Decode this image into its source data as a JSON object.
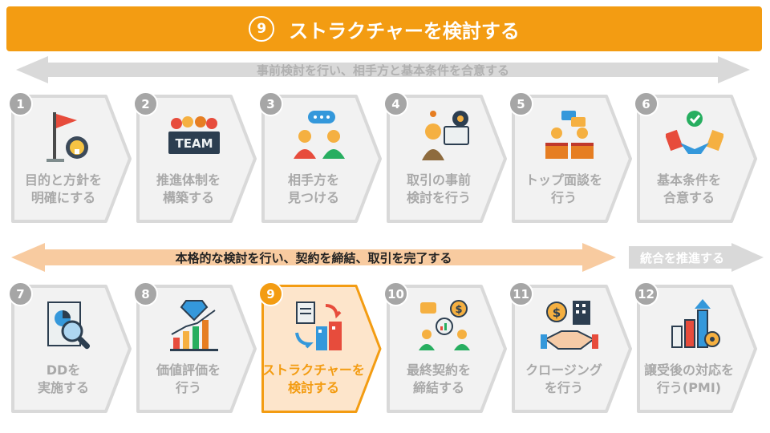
{
  "title": {
    "number": "9",
    "text": "ストラクチャーを検討する"
  },
  "band_top": {
    "text": "事前検討を行い、相手方と基本条件を合意する",
    "color": "#d9d9d9"
  },
  "band_mid": {
    "text": "本格的な検討を行い、契約を締結、取引を完了する",
    "color": "#f8cba0"
  },
  "band_right": {
    "text": "統合を推進する",
    "color": "#d9d9d9"
  },
  "steps": [
    {
      "number": "1",
      "line1": "目的と方針を",
      "line2": "明確にする",
      "icon": "goal-flag-icon"
    },
    {
      "number": "2",
      "line1": "推進体制を",
      "line2": "構築する",
      "icon": "team-icon"
    },
    {
      "number": "3",
      "line1": "相手方を",
      "line2": "見つける",
      "icon": "conversation-icon"
    },
    {
      "number": "4",
      "line1": "取引の事前",
      "line2": "検討を行う",
      "icon": "consultant-icon"
    },
    {
      "number": "5",
      "line1": "トップ面談を",
      "line2": "行う",
      "icon": "meeting-icon"
    },
    {
      "number": "6",
      "line1": "基本条件を",
      "line2": "合意する",
      "icon": "handshake-agreement-icon"
    },
    {
      "number": "7",
      "line1": "DDを",
      "line2": "実施する",
      "icon": "due-diligence-icon"
    },
    {
      "number": "8",
      "line1": "価値評価を",
      "line2": "行う",
      "icon": "valuation-icon"
    },
    {
      "number": "9",
      "line1": "ストラクチャーを",
      "line2": "検討する",
      "icon": "structure-icon",
      "active": true
    },
    {
      "number": "10",
      "line1": "最終契約を",
      "line2": "締結する",
      "icon": "contract-icon"
    },
    {
      "number": "11",
      "line1": "クロージング",
      "line2": "を行う",
      "icon": "closing-icon"
    },
    {
      "number": "12",
      "line1": "譲受後の対応を",
      "line2": "行う(PMI)",
      "icon": "pmi-icon"
    }
  ]
}
